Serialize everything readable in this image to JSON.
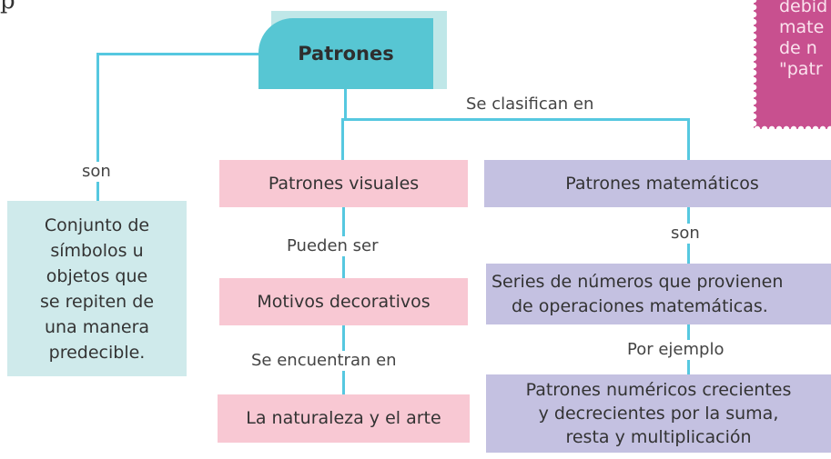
{
  "corner_fragment": "p",
  "root": {
    "label": "Patrones"
  },
  "labels": {
    "classify": "Se clasifican en",
    "son_left": "son",
    "pueden_ser": "Pueden ser",
    "se_encuentran": "Se encuentran en",
    "son_right": "son",
    "por_ejemplo": "Por ejemplo"
  },
  "definition": {
    "lines": [
      "Conjunto de",
      "símbolos u",
      "objetos que",
      "se repiten de",
      "una manera",
      "predecible."
    ]
  },
  "visual": {
    "title": "Patrones visuales",
    "child": "Motivos decorativos",
    "leaf": "La naturaleza y el arte"
  },
  "math": {
    "title": "Patrones matemáticos",
    "description_lines": [
      "Series de números que provienen",
      "de operaciones matemáticas."
    ],
    "example_lines": [
      "Patrones numéricos crecientes",
      "y decrecientes por la suma,",
      "resta y multiplicación"
    ]
  },
  "stamp": {
    "lines": [
      "debid",
      "mate",
      "de n",
      "\"patr"
    ]
  },
  "colors": {
    "line": "#56c8e0",
    "root": "#57c6d3",
    "root_shadow": "#bfe7e8",
    "pink": "#f8c8d3",
    "lavender": "#c4c1e1",
    "teal_box": "#cfeaeb",
    "stamp": "#c8508f"
  }
}
